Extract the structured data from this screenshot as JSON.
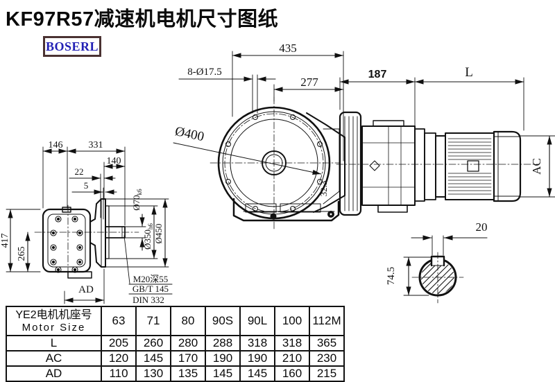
{
  "title": "KF97R57减速机电机尺寸图纸",
  "logo": "BOSERL",
  "colors": {
    "logo_text": "#2220b5",
    "logo_border": "#4a3232",
    "line": "#111111",
    "background": "#ffffff"
  },
  "drawing": {
    "front": {
      "d435": "435",
      "holes": "8-Ø17.5",
      "d277": "277",
      "dia400": "Ø400",
      "d323": "32.3"
    },
    "side": {
      "d187": "187",
      "L": "L",
      "AC": "AC"
    },
    "left": {
      "d146": "146",
      "d331": "331",
      "d140": "140",
      "d22": "22",
      "d5": "5",
      "d417": "417",
      "d265": "265",
      "AD": "AD",
      "dia70": "Ø70",
      "dia70_tol": "k6",
      "dia350": "Ø350",
      "dia350_tol": "h6",
      "dia450": "Ø450",
      "note1": "M20深55",
      "note2": "GB/T 145",
      "note3": "DIN 332"
    },
    "section": {
      "d20": "20",
      "d745": "74.5"
    }
  },
  "table": {
    "header_cn": "YE2电机机座号",
    "header_en": "Motor Size",
    "columns": [
      "63",
      "71",
      "80",
      "90S",
      "90L",
      "100",
      "112M"
    ],
    "rows": [
      {
        "label": "L",
        "values": [
          "205",
          "260",
          "280",
          "288",
          "318",
          "318",
          "365"
        ]
      },
      {
        "label": "AC",
        "values": [
          "120",
          "145",
          "170",
          "190",
          "190",
          "210",
          "230"
        ]
      },
      {
        "label": "AD",
        "values": [
          "110",
          "130",
          "135",
          "145",
          "145",
          "160",
          "215"
        ]
      }
    ]
  }
}
